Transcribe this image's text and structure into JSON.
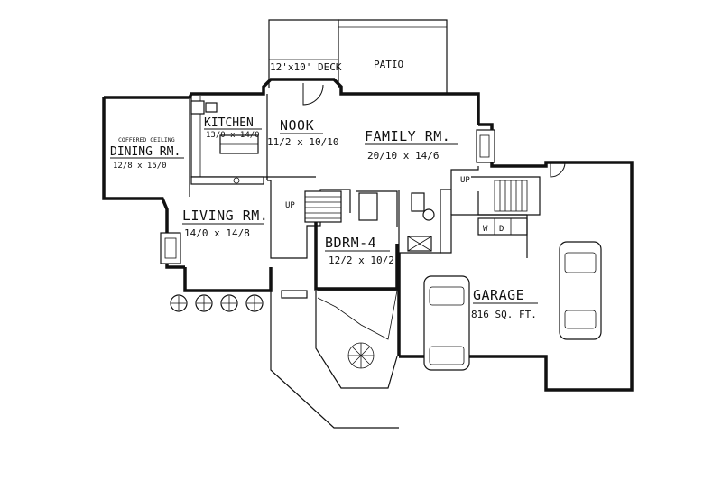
{
  "plan": {
    "deck": {
      "label": "12'x10' DECK"
    },
    "patio": {
      "label": "PATIO"
    },
    "kitchen": {
      "name": "KITCHEN",
      "size": "13/0 x 14/0"
    },
    "nook": {
      "name": "NOOK",
      "size": "11/2 x 10/10"
    },
    "family": {
      "name": "FAMILY RM.",
      "size": "20/10 x 14/6"
    },
    "dining": {
      "note": "COFFERED CEILING",
      "name": "DINING RM.",
      "size": "12/8 x 15/0"
    },
    "living": {
      "name": "LIVING RM.",
      "size": "14/0 x 14/8"
    },
    "bedroom": {
      "name": "BDRM-4",
      "size": "12/2 x 10/2"
    },
    "garage": {
      "name": "GARAGE",
      "size": "816 SQ. FT."
    },
    "stair_left": {
      "label": "UP"
    },
    "stair_right": {
      "label": "UP"
    },
    "laundry": {
      "washer": "W",
      "dryer": "D"
    }
  }
}
